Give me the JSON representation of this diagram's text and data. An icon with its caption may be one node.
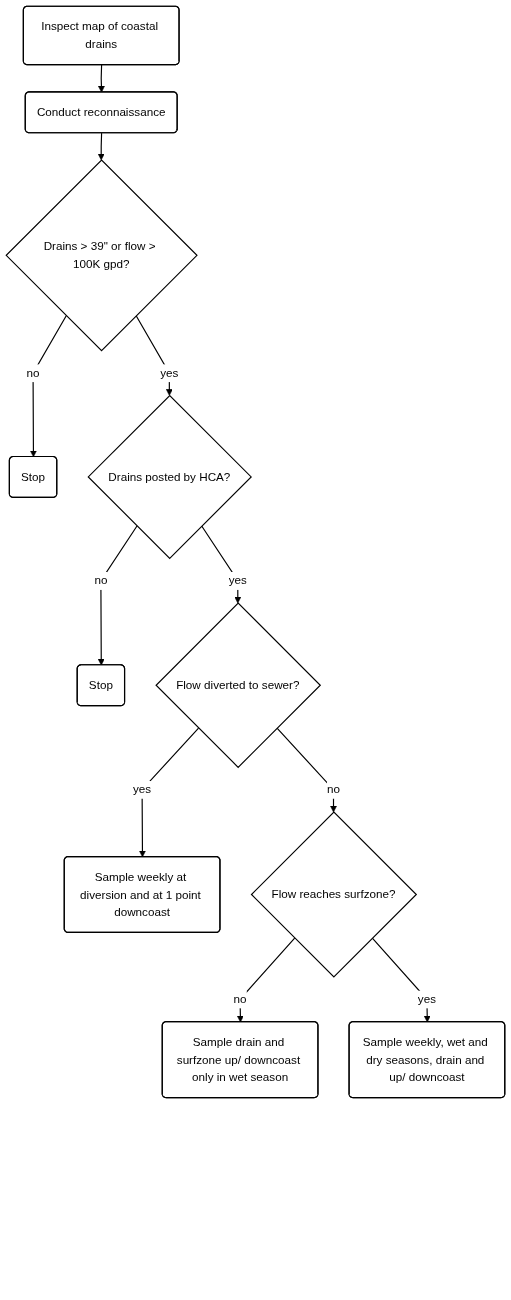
{
  "diagram": {
    "nodes": [
      {
        "text": [
          "Inspect map of coastal drains"
        ]
      },
      {
        "text": [
          "Conduct reconnaissance"
        ]
      },
      {
        "text": [
          "Drains > 39\" or flow > 100K gpd?"
        ]
      },
      {
        "text": [
          "Stop"
        ]
      },
      {
        "text": [
          "Drains posted by HCA?"
        ]
      },
      {
        "text": [
          "Stop"
        ]
      },
      {
        "text": [
          "Flow diverted to sewer?"
        ]
      },
      {
        "text": [
          "Sample weekly at diversion and at 1 point downcoast"
        ]
      },
      {
        "text": [
          "Flow reaches surfzone?"
        ]
      },
      {
        "text": [
          "Sample drain and surfzone up/ downcoast only in wet season"
        ]
      },
      {
        "text": [
          "Sample weekly, wet and dry seasons, drain and up/ downcoast"
        ]
      }
    ],
    "edges": [
      {
        "from": 0,
        "to": 1,
        "arrow": "to"
      },
      {
        "from": 1,
        "to": 2,
        "arrow": "to"
      },
      {
        "from": 2,
        "to": 3,
        "label": "no",
        "arrow": "to"
      },
      {
        "from": 2,
        "to": 4,
        "label": "yes",
        "arrow": "to"
      },
      {
        "from": 4,
        "to": 5,
        "label": "no",
        "arrow": "to"
      },
      {
        "from": 4,
        "to": 6,
        "label": "yes",
        "arrow": "to"
      },
      {
        "from": 6,
        "to": 7,
        "label": "yes",
        "arrow": "to"
      },
      {
        "from": 6,
        "to": 8,
        "label": "no",
        "arrow": "to"
      },
      {
        "from": 8,
        "to": 9,
        "label": "no",
        "arrow": "to"
      },
      {
        "from": 8,
        "to": 10,
        "label": "yes",
        "arrow": "to"
      }
    ]
  }
}
